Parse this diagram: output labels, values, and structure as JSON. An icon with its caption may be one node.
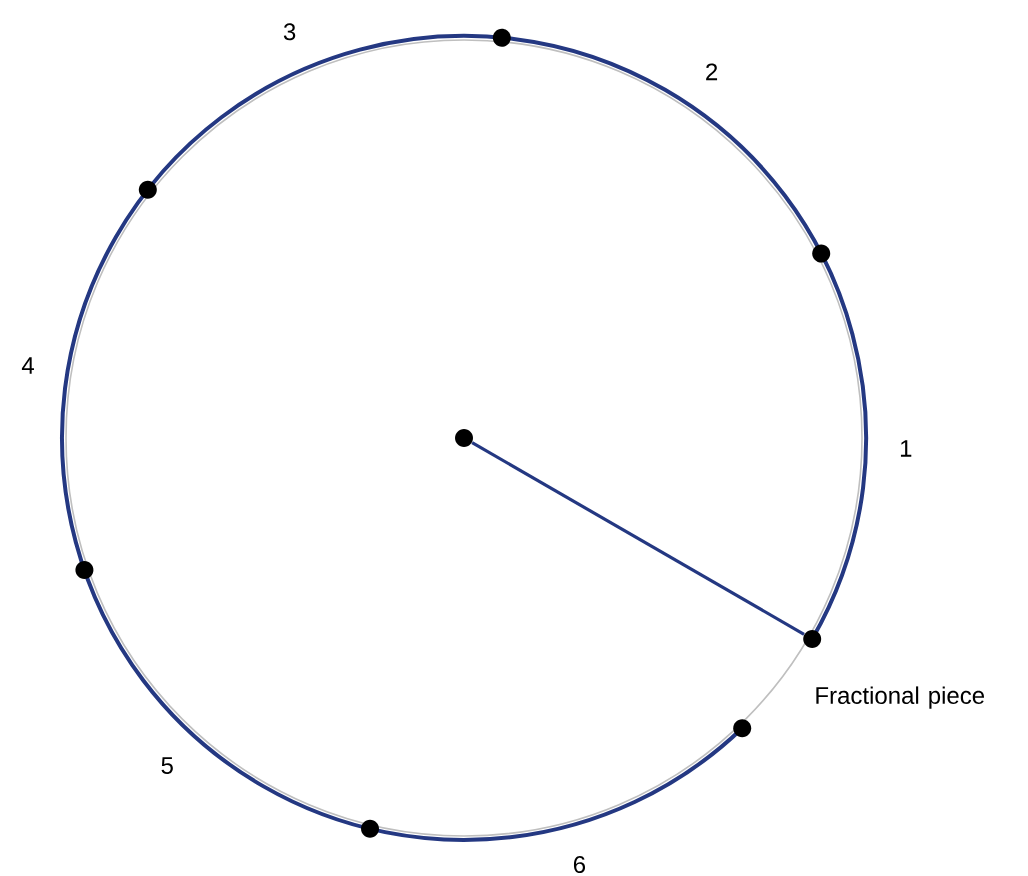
{
  "diagram": {
    "nodes": [
      {
        "text": [],
        "shape": "circle"
      },
      {
        "text": [],
        "shape": "circle"
      }
    ],
    "edges": [
      {
        "from": 0,
        "to": 1,
        "arrow": "none"
      }
    ],
    "labels": [
      "3",
      "2",
      "4",
      "1",
      "5",
      "6",
      "Fractional piece"
    ]
  }
}
